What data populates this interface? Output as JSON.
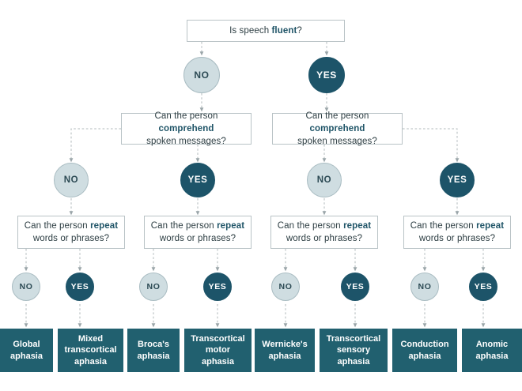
{
  "diagram": {
    "title": "Aphasia classification decision tree",
    "colors": {
      "yes_fill": "#1d5469",
      "no_fill": "#cfdde1",
      "leaf_fill": "#21606f",
      "box_border": "#b9c3c6",
      "text_dark": "#2c3d42",
      "keyword": "#1f5467",
      "connector": "#b0b8bb",
      "background": "#ffffff"
    },
    "labels": {
      "yes": "YES",
      "no": "NO"
    },
    "root": {
      "text_before": "Is speech ",
      "keyword": "fluent",
      "text_after": "?"
    },
    "comprehend": {
      "line1_before": "Can the person ",
      "line1_keyword": "comprehend",
      "line2": "spoken messages?"
    },
    "repeat": {
      "line1_before": "Can the person ",
      "line1_keyword": "repeat",
      "line2": "words or phrases?"
    },
    "outcomes": [
      {
        "id": "global",
        "label": "Global\naphasia"
      },
      {
        "id": "mixed-transcortical",
        "label": "Mixed\ntranscortical\naphasia"
      },
      {
        "id": "brocas",
        "label": "Broca's\naphasia"
      },
      {
        "id": "transcortical-motor",
        "label": "Transcortical\nmotor\naphasia"
      },
      {
        "id": "wernickes",
        "label": "Wernicke's\naphasia"
      },
      {
        "id": "transcortical-sensory",
        "label": "Transcortical\nsensory\naphasia"
      },
      {
        "id": "conduction",
        "label": "Conduction\naphasia"
      },
      {
        "id": "anomic",
        "label": "Anomic\naphasia"
      }
    ]
  }
}
